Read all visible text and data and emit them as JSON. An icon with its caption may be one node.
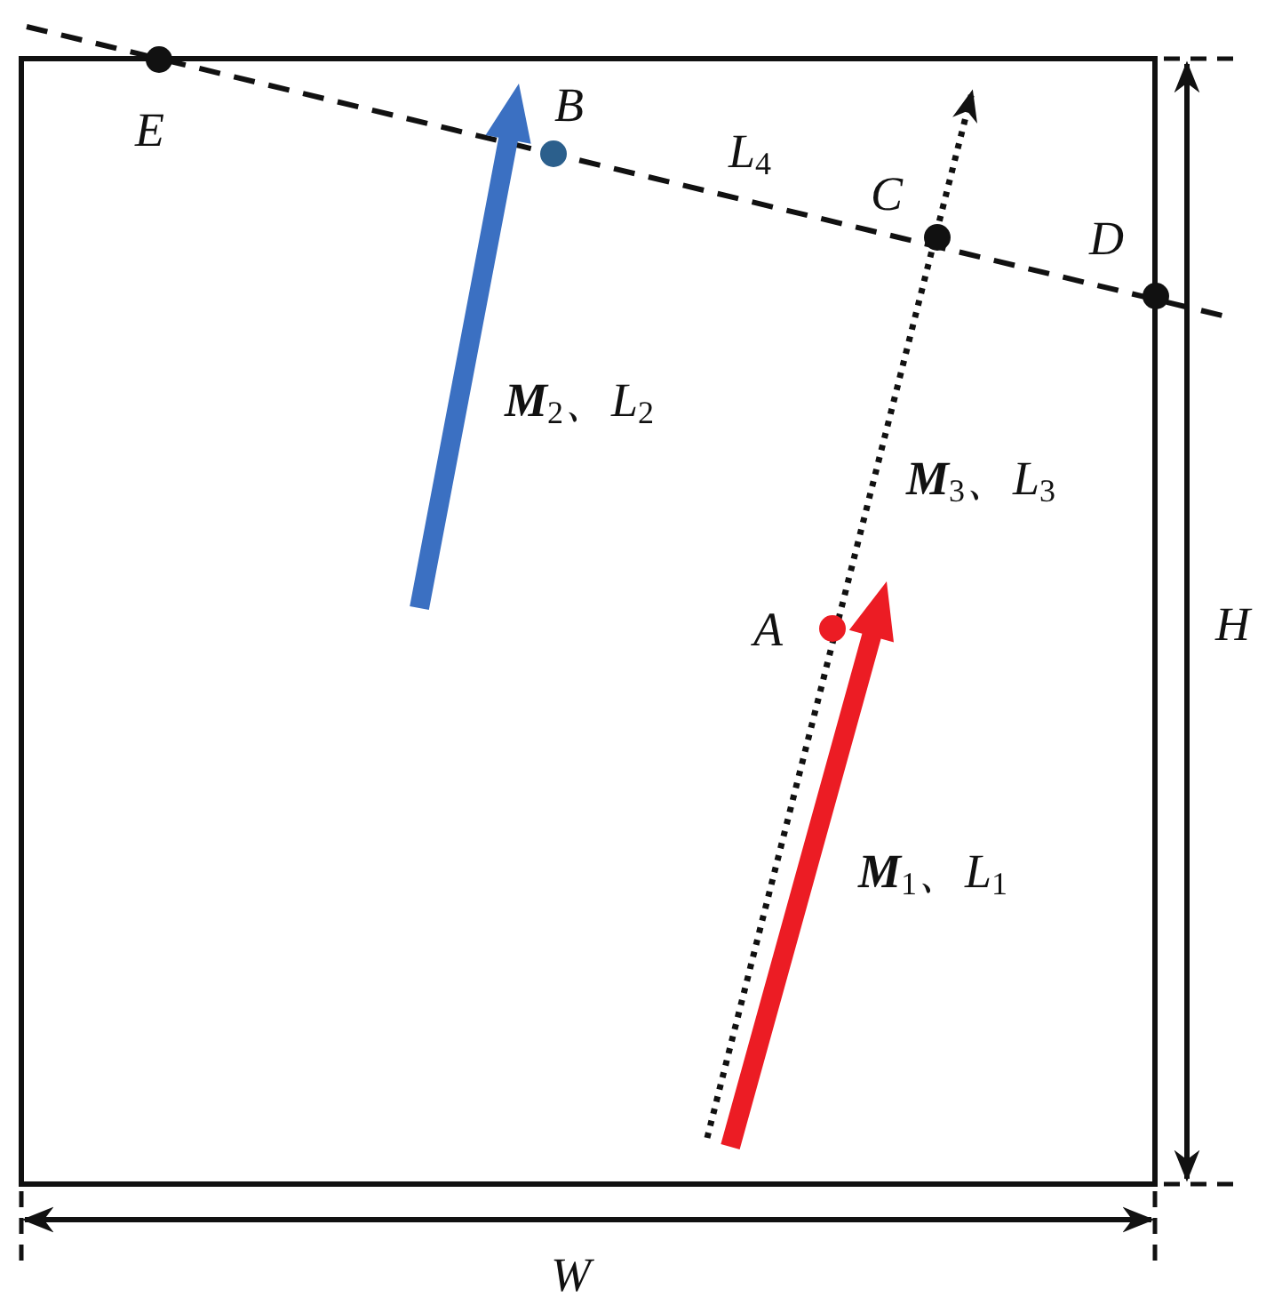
{
  "diagram": {
    "nodes": [
      {
        "text": [
          "E"
        ]
      },
      {
        "text": [
          "B"
        ]
      },
      {
        "text": [
          "C"
        ]
      },
      {
        "text": [
          "D"
        ]
      },
      {
        "text": [
          "A"
        ]
      }
    ],
    "labels": [
      "L$_{4}$",
      "**M**$_{2}$、L$_{2}$",
      "**M**$_{3}$、L$_{3}$",
      "**M**$_{1}$、L$_{1}$",
      "H",
      "W"
    ]
  }
}
